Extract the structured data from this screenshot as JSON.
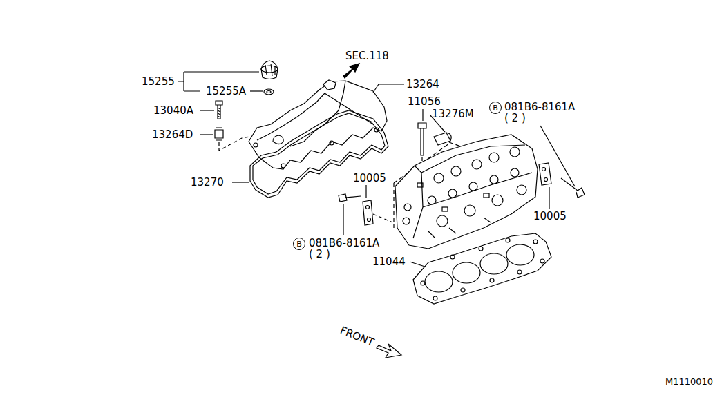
{
  "diagram": {
    "nodes": [
      {
        "text": [
          "B"
        ]
      },
      {
        "text": [
          "B"
        ]
      }
    ],
    "labels": [
      "SEC.118",
      "15255",
      "13264",
      "15255A",
      "11056",
      "081B6-8161A",
      "( 2 )",
      "13040A",
      "13276M",
      "13264D",
      "10005",
      "13270",
      "10005",
      "081B6-8161A",
      "( 2 )",
      "11044",
      "FRONT",
      "M1110010"
    ]
  }
}
